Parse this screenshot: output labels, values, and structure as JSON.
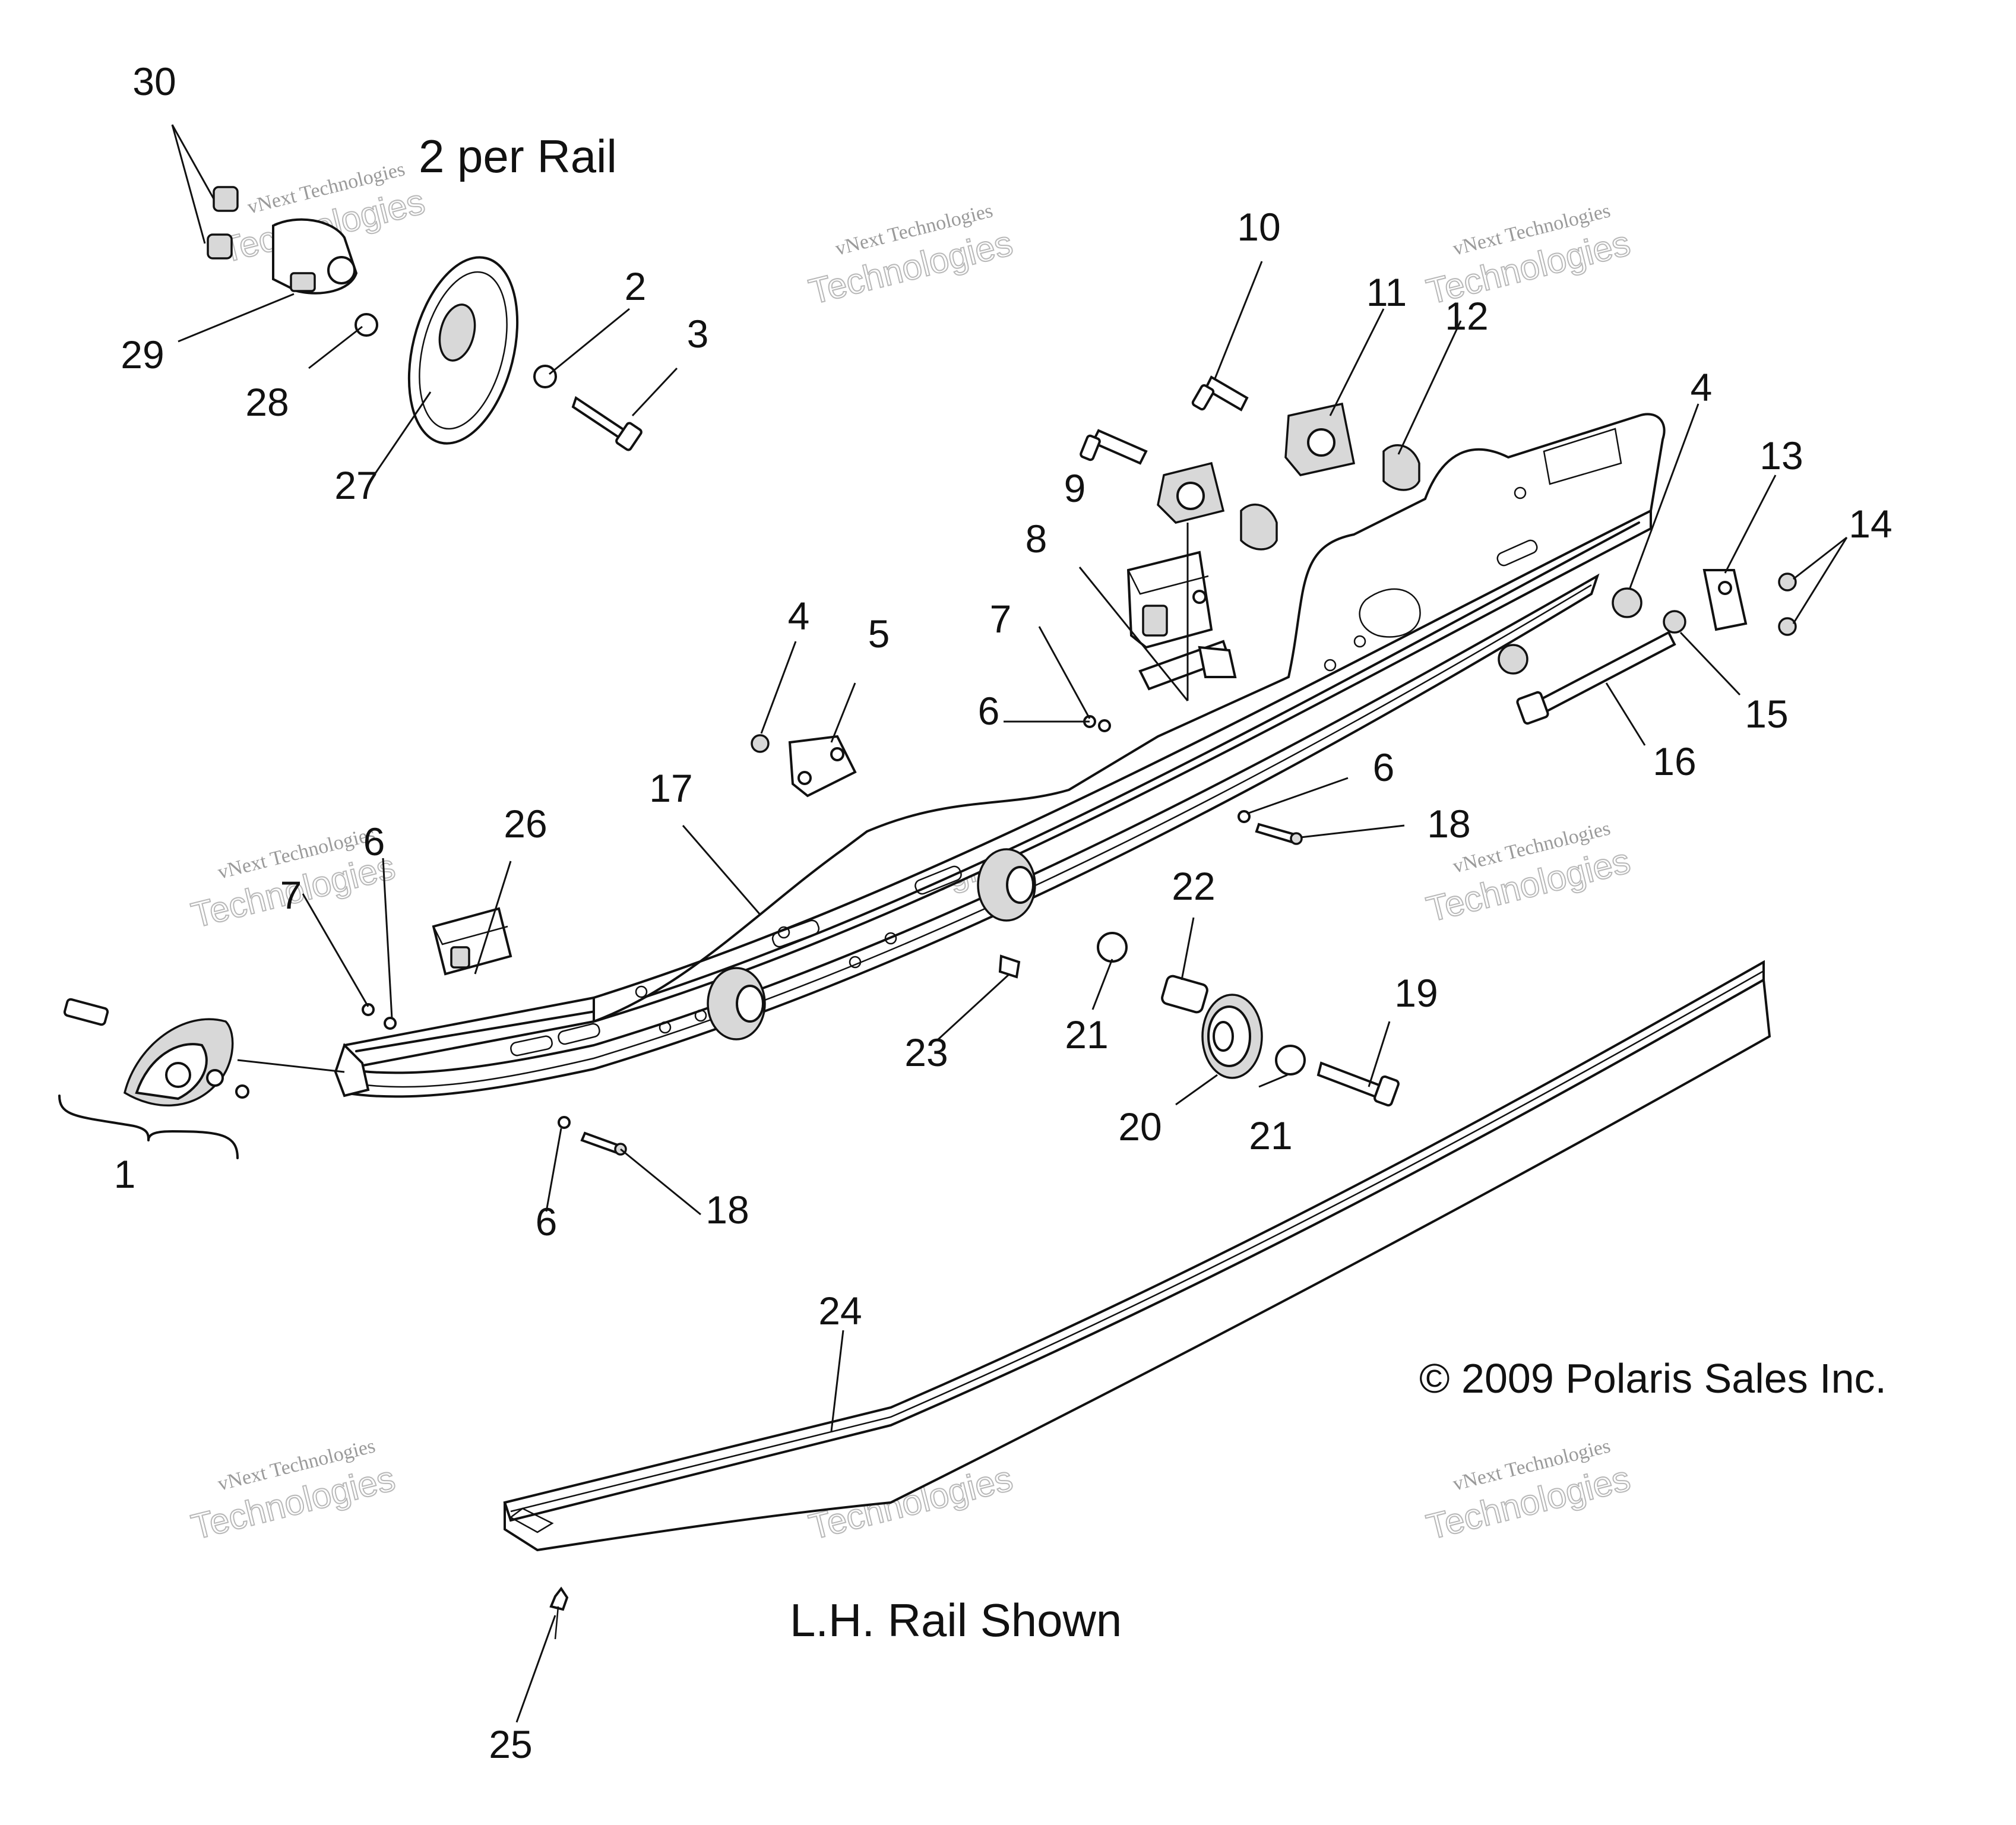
{
  "notes": {
    "per_rail": "2 per Rail",
    "copyright": "© 2009 Polaris Sales Inc.",
    "view": "L.H. Rail Shown"
  },
  "watermark": {
    "line1": "vNext Technologies",
    "line2": "Technologies",
    "line3": "vNext"
  },
  "callouts": [
    "1",
    "2",
    "3",
    "4",
    "4",
    "5",
    "6",
    "6",
    "6",
    "6",
    "7",
    "7",
    "8",
    "9",
    "10",
    "11",
    "12",
    "13",
    "14",
    "15",
    "16",
    "17",
    "18",
    "18",
    "19",
    "20",
    "21",
    "21",
    "22",
    "23",
    "24",
    "25",
    "26",
    "27",
    "28",
    "29",
    "30"
  ]
}
